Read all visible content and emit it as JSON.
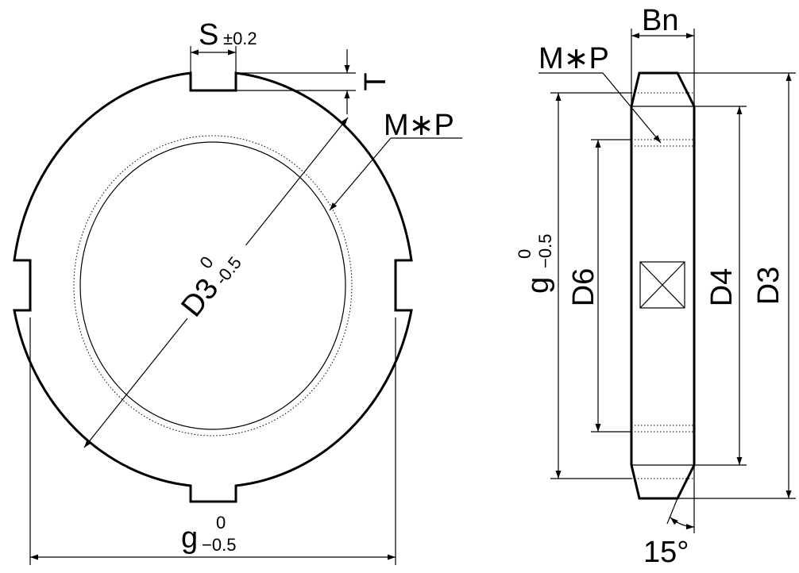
{
  "labels": {
    "s": "S",
    "s_tol": "±0.2",
    "t": "T",
    "thread_front": "M∗P",
    "thread_side": "M∗P",
    "d3_front": "D3",
    "d3_front_upper": "0",
    "d3_front_lower": "-0.5",
    "g_bottom": "g",
    "g_bottom_upper": "0",
    "g_bottom_lower": "−0.5",
    "bn": "Bn",
    "g_side": "g",
    "g_side_upper": "0",
    "g_side_lower": "−0.5",
    "d6": "D6",
    "d4": "D4",
    "d3_side": "D3",
    "angle": "15°"
  }
}
